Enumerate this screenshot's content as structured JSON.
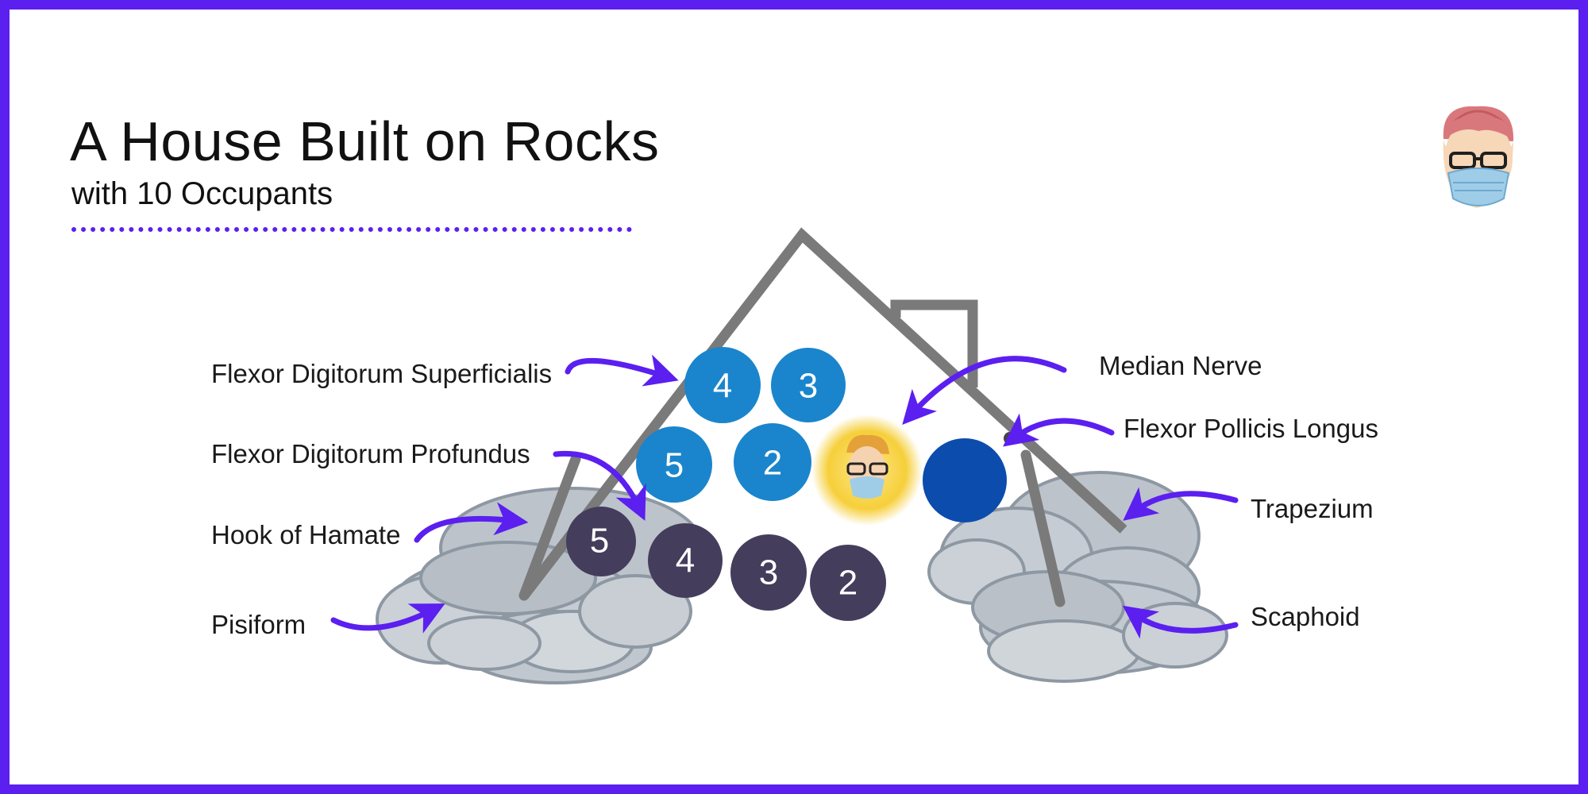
{
  "title": "A House Built on Rocks",
  "subtitle": "with 10 Occupants",
  "colors": {
    "frame": "#5b1ff0",
    "arrow": "#5b1ff0",
    "roof": "#7a7a7a",
    "rock": "#bcc3cb",
    "superficialis": "#1a85cc",
    "profundus_row": "#1a85cc",
    "profundus_bottom": "#453d5c",
    "flexor_pollicis_longus": "#0c4cad",
    "median_nerve_glow": "#f6cf3a"
  },
  "labels": {
    "fds": "Flexor Digitorum Superficialis",
    "fdp": "Flexor Digitorum Profundus",
    "hook_of_hamate": "Hook of Hamate",
    "pisiform": "Pisiform",
    "median_nerve": "Median Nerve",
    "fpl": "Flexor Pollicis Longus",
    "trapezium": "Trapezium",
    "scaphoid": "Scaphoid"
  },
  "occupants": {
    "top_row": [
      "4",
      "3"
    ],
    "middle_row": [
      "5",
      "2"
    ],
    "bottom_row": [
      "5",
      "4",
      "3",
      "2"
    ]
  },
  "icons": {
    "logo": "masked-doctor-avatar-icon",
    "median_nerve": "masked-doctor-face-icon"
  }
}
